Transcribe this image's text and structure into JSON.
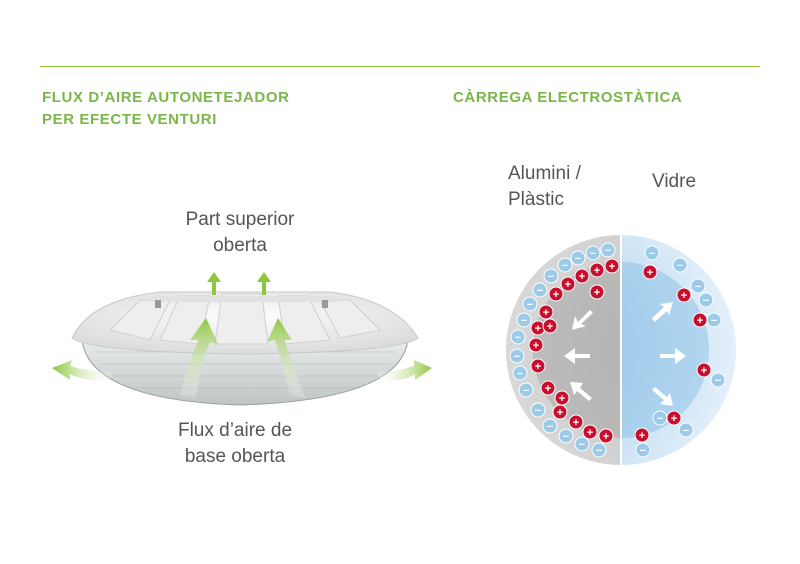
{
  "left_section": {
    "heading_line1": "FLUX D’AIRE AUTONETEJADOR",
    "heading_line2": "PER EFECTE VENTURI",
    "top_label_line1": "Part superior",
    "top_label_line2": "oberta",
    "bottom_label_line1": "Flux d’aire de",
    "bottom_label_line2": "base oberta"
  },
  "right_section": {
    "heading": "CÀRREGA ELECTROSTÀTICA",
    "left_label_line1": "Alumini /",
    "left_label_line2": "Plàstic",
    "right_label": "Vidre"
  },
  "charges": {
    "positive_symbol": "+",
    "negative_symbol": "−"
  },
  "colors": {
    "accent_green": "#7ab648",
    "divider_green": "#8dc63f",
    "positive_red": "#c8102e",
    "negative_blue": "#9ccbea",
    "aluminium_grey": "#c4c4c4",
    "glass_blue": "#cfe4f4"
  },
  "icons": [
    "air-flow-arrow-icon",
    "lamp-fixture-icon",
    "charge-direction-arrow-icon"
  ]
}
